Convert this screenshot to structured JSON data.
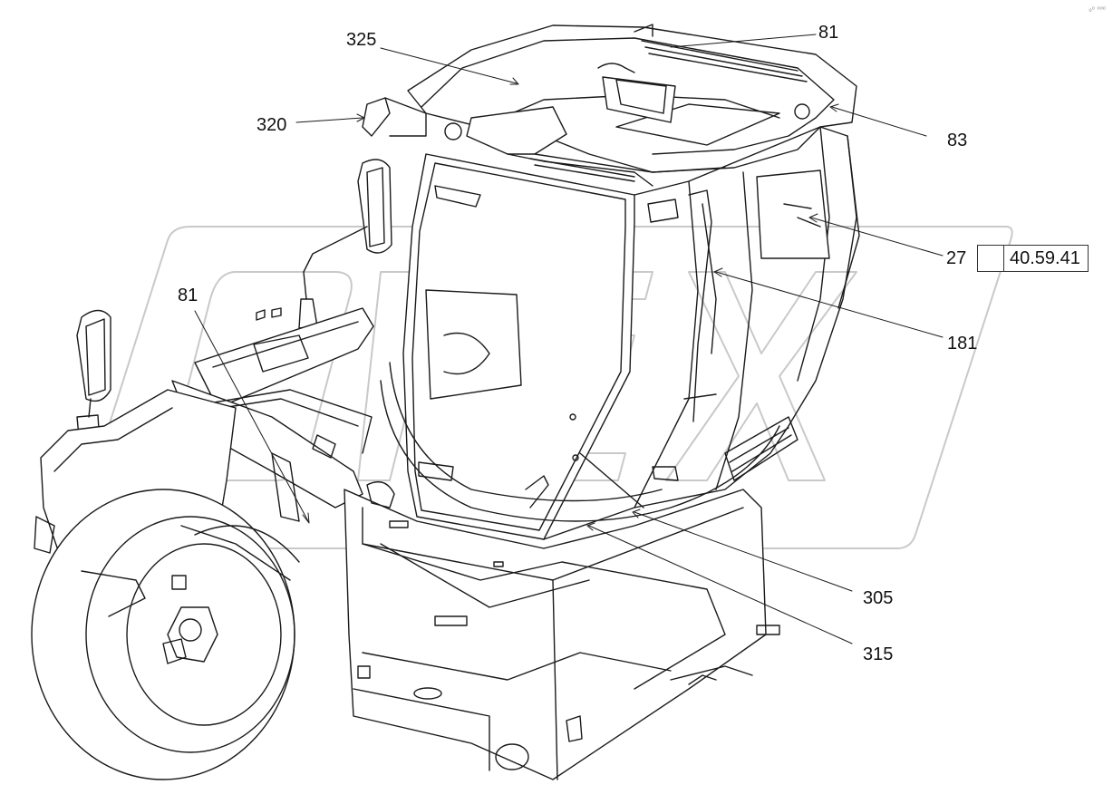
{
  "diagram": {
    "callouts": [
      {
        "id": "c325",
        "label": "325"
      },
      {
        "id": "c81a",
        "label": "81"
      },
      {
        "id": "c320",
        "label": "320"
      },
      {
        "id": "c83",
        "label": "83"
      },
      {
        "id": "c27",
        "label": "27"
      },
      {
        "id": "c181",
        "label": "181"
      },
      {
        "id": "c81b",
        "label": "81"
      },
      {
        "id": "c305",
        "label": "305"
      },
      {
        "id": "c315",
        "label": "315"
      }
    ],
    "reference": {
      "code": "40.59.41",
      "icon": "view-arrow-icon"
    },
    "watermark": {
      "text": "OPEX",
      "icon": "watermark-logo"
    },
    "corner_mark": "₀⁰ ⁰⁰⁰"
  }
}
